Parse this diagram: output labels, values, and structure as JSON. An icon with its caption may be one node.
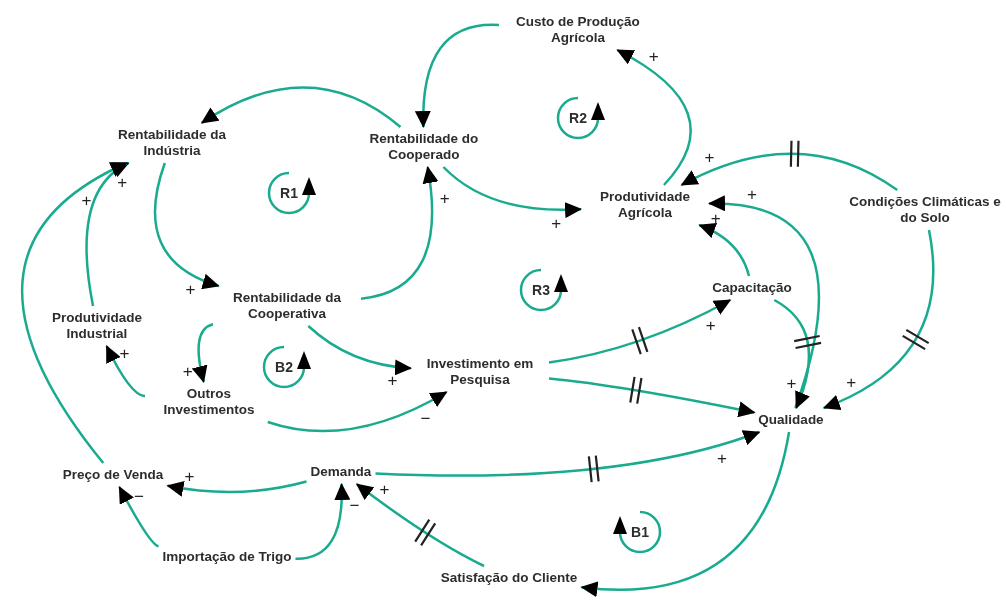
{
  "diagram": {
    "nodes": [
      {
        "text": [
          "Custo de Produção Agrícola"
        ]
      },
      {
        "text": [
          "Rentabilidade da Indústria"
        ]
      },
      {
        "text": [
          "Rentabilidade do Cooperado"
        ]
      },
      {
        "text": [
          "Produtividade Agrícola"
        ]
      },
      {
        "text": [
          "Condições Climáticas e do Solo"
        ]
      },
      {
        "text": [
          "Produtividade Industrial"
        ]
      },
      {
        "text": [
          "Rentabilidade da Cooperativa"
        ]
      },
      {
        "text": [
          "Capacitação"
        ]
      },
      {
        "text": [
          "Outros Investimentos"
        ]
      },
      {
        "text": [
          "Investimento em Pesquisa"
        ]
      },
      {
        "text": [
          "Qualidade"
        ]
      },
      {
        "text": [
          "Preço de Venda"
        ]
      },
      {
        "text": [
          "Demanda"
        ]
      },
      {
        "text": [
          "Importação de Trigo"
        ]
      },
      {
        "text": [
          "Satisfação do Cliente"
        ]
      }
    ],
    "edges": [
      {
        "from": 2,
        "to": 1,
        "arrow": "to"
      },
      {
        "from": 0,
        "to": 2,
        "arrow": "to"
      },
      {
        "from": 3,
        "to": 0,
        "arrow": "to",
        "label": "+"
      },
      {
        "from": 2,
        "to": 3,
        "arrow": "to",
        "label": "+"
      },
      {
        "from": 4,
        "to": 3,
        "arrow": "to",
        "label": "+"
      },
      {
        "from": 10,
        "to": 3,
        "arrow": "to",
        "label": "+"
      },
      {
        "from": 7,
        "to": 3,
        "arrow": "to",
        "label": "+"
      },
      {
        "from": 1,
        "to": 6,
        "arrow": "to",
        "label": "+"
      },
      {
        "from": 6,
        "to": 2,
        "arrow": "to",
        "label": "+"
      },
      {
        "from": 5,
        "to": 1,
        "arrow": "to",
        "label": "+"
      },
      {
        "from": 11,
        "to": 1,
        "arrow": "to",
        "label": "+"
      },
      {
        "from": 6,
        "to": 8,
        "arrow": "to",
        "label": "+"
      },
      {
        "from": 8,
        "to": 5,
        "arrow": "to",
        "label": "+"
      },
      {
        "from": 6,
        "to": 9,
        "arrow": "to",
        "label": "+"
      },
      {
        "from": 8,
        "to": 9,
        "arrow": "to",
        "label": "−"
      },
      {
        "from": 9,
        "to": 7,
        "arrow": "to",
        "label": "+"
      },
      {
        "from": 9,
        "to": 10,
        "arrow": "to"
      },
      {
        "from": 7,
        "to": 10,
        "arrow": "to",
        "label": "+"
      },
      {
        "from": 4,
        "to": 10,
        "arrow": "to",
        "label": "+"
      },
      {
        "from": 12,
        "to": 10,
        "arrow": "to",
        "label": "+"
      },
      {
        "from": 12,
        "to": 11,
        "arrow": "to",
        "label": "+"
      },
      {
        "from": 13,
        "to": 11,
        "arrow": "to",
        "label": "−"
      },
      {
        "from": 13,
        "to": 12,
        "arrow": "to",
        "label": "−"
      },
      {
        "from": 14,
        "to": 12,
        "arrow": "to",
        "label": "+"
      },
      {
        "from": 10,
        "to": 14,
        "arrow": "to"
      }
    ],
    "labels": [
      "R1",
      "R2",
      "R3",
      "B2",
      "B1"
    ]
  }
}
